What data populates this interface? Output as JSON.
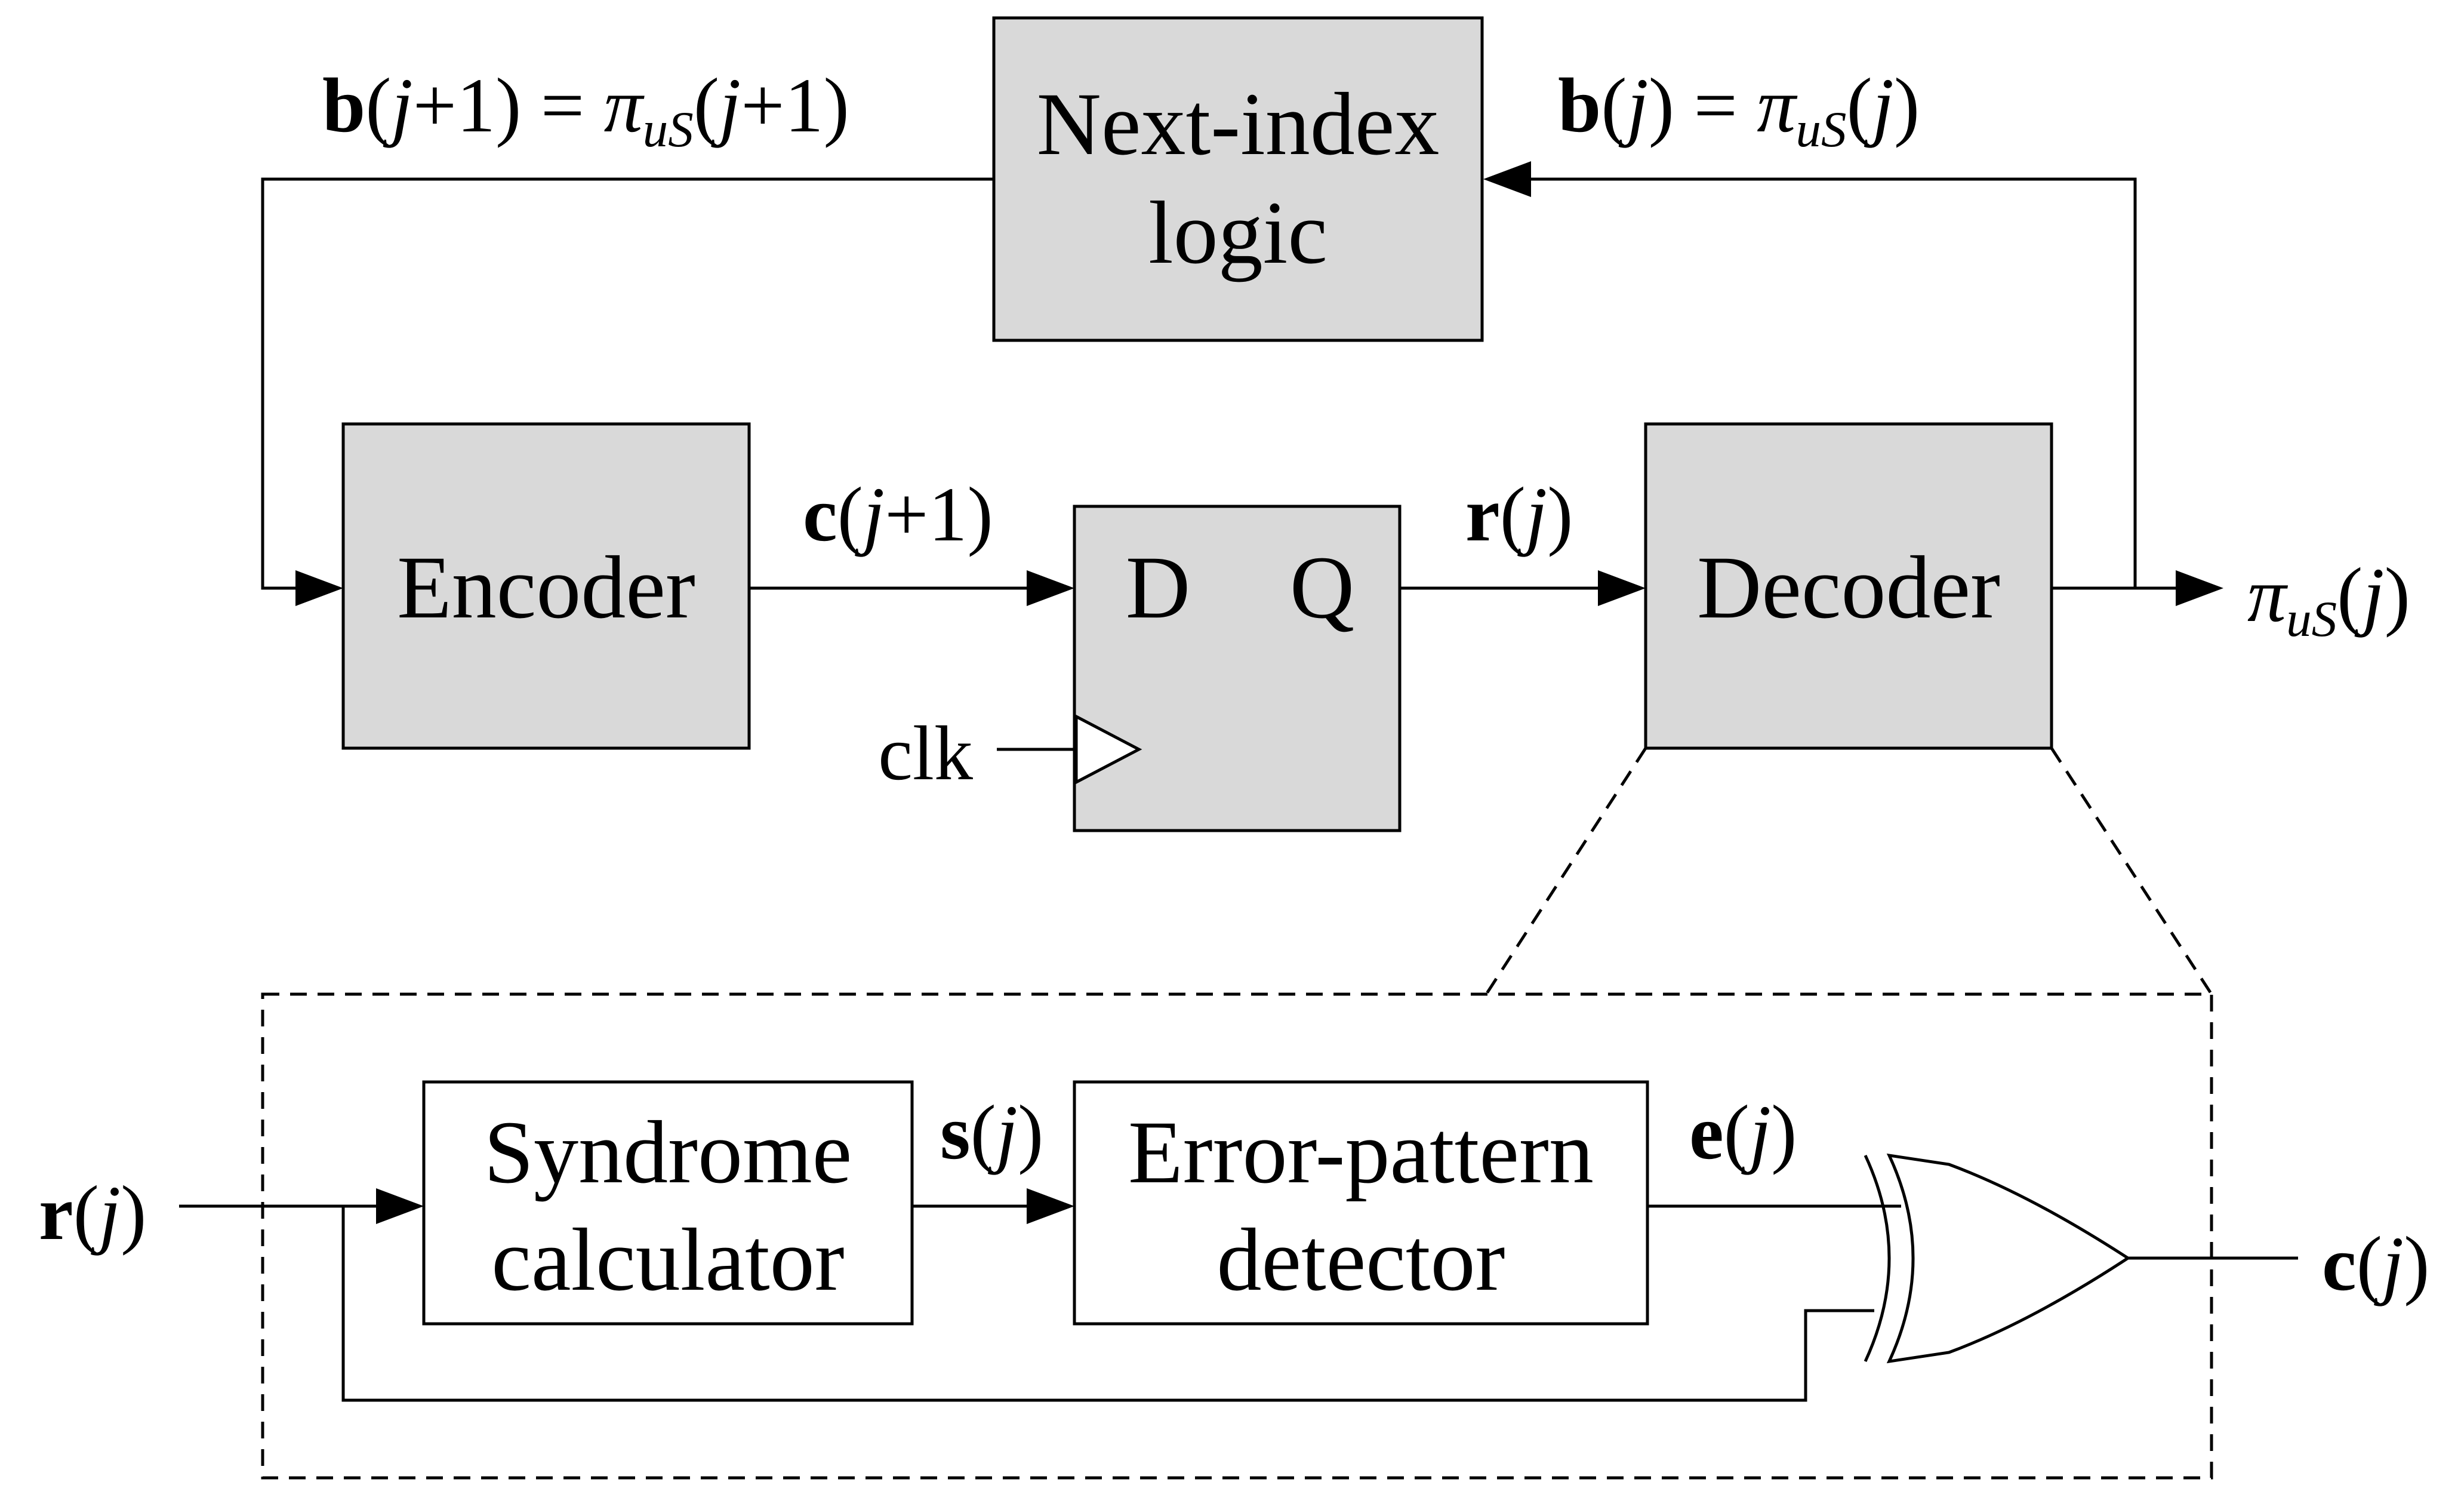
{
  "blocks": {
    "next_index": {
      "line1": "Next-index",
      "line2": "logic"
    },
    "encoder": "Encoder",
    "flipflop": {
      "d": "D",
      "q": "Q",
      "clk": "clk"
    },
    "decoder": "Decoder",
    "syndrome": {
      "line1": "Syndrome",
      "line2": "calculator"
    },
    "error_pattern": {
      "line1": "Error-pattern",
      "line2": "detector"
    }
  },
  "signals": {
    "b_next": {
      "bold": "b",
      "open": "(",
      "var": "j",
      "rest": "+1) = ",
      "pi": "π",
      "sub": "uS",
      "arg_open": "(",
      "arg_var": "j",
      "arg_close": "+1)"
    },
    "b_curr": {
      "bold": "b",
      "open": "(",
      "var": "j",
      "rest": ") = ",
      "pi": "π",
      "sub": "uS",
      "arg_open": "(",
      "arg_var": "j",
      "arg_close": ")"
    },
    "c_next": {
      "bold": "c",
      "open": "(",
      "var": "j",
      "close": "+1)"
    },
    "r_top": {
      "bold": "r",
      "open": "(",
      "var": "j",
      "close": ")"
    },
    "pi_out": {
      "pi": "π",
      "sub": "uS",
      "open": "(",
      "var": "j",
      "close": ")"
    },
    "r_in": {
      "bold": "r",
      "open": "(",
      "var": "j",
      "close": ")"
    },
    "s": {
      "bold": "s",
      "open": "(",
      "var": "j",
      "close": ")"
    },
    "e": {
      "bold": "e",
      "open": "(",
      "var": "j",
      "close": ")"
    },
    "c_out": {
      "bold": "c",
      "open": "(",
      "var": "j",
      "close": ")"
    }
  }
}
